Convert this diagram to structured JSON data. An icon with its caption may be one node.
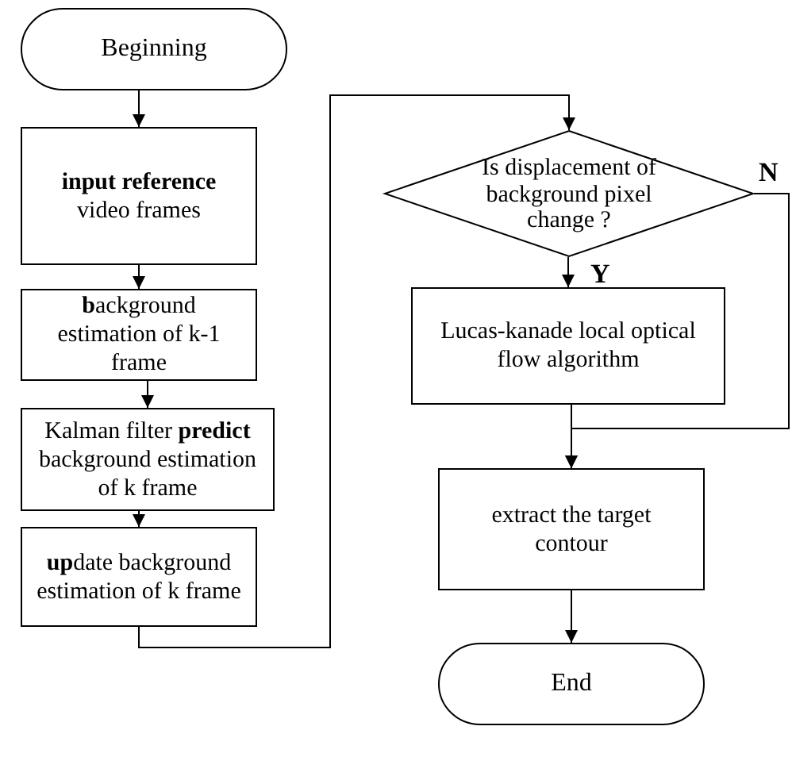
{
  "diagram": {
    "nodes": [
      {
        "text": [
          "Beginning"
        ]
      },
      {
        "text": [
          "**input reference** video frames"
        ]
      },
      {
        "text": [
          "**b**ackground estimation of k-1 frame"
        ]
      },
      {
        "text": [
          "Kalman filter **predict** background estimation of k frame"
        ]
      },
      {
        "text": [
          "**up**date background estimation of k frame"
        ]
      },
      {
        "text": [
          "Is displacement of background pixel change ?"
        ]
      },
      {
        "text": [
          "Lucas-kanade local optical flow algorithm"
        ]
      },
      {
        "text": [
          "extract the target contour"
        ]
      },
      {
        "text": [
          "End"
        ]
      }
    ],
    "edges": [
      {
        "from": 0,
        "to": 1,
        "arrow": "to"
      },
      {
        "from": 1,
        "to": 2,
        "arrow": "to"
      },
      {
        "from": 2,
        "to": 3,
        "arrow": "to"
      },
      {
        "from": 3,
        "to": 4,
        "arrow": "to"
      },
      {
        "from": 4,
        "to": 5,
        "arrow": "to"
      },
      {
        "from": 5,
        "to": 6,
        "label": "Y",
        "arrow": "to"
      },
      {
        "from": 5,
        "to": 7,
        "label": "N",
        "arrow": "to"
      },
      {
        "from": 6,
        "to": 7,
        "arrow": "to"
      },
      {
        "from": 7,
        "to": 8,
        "arrow": "to"
      }
    ]
  }
}
